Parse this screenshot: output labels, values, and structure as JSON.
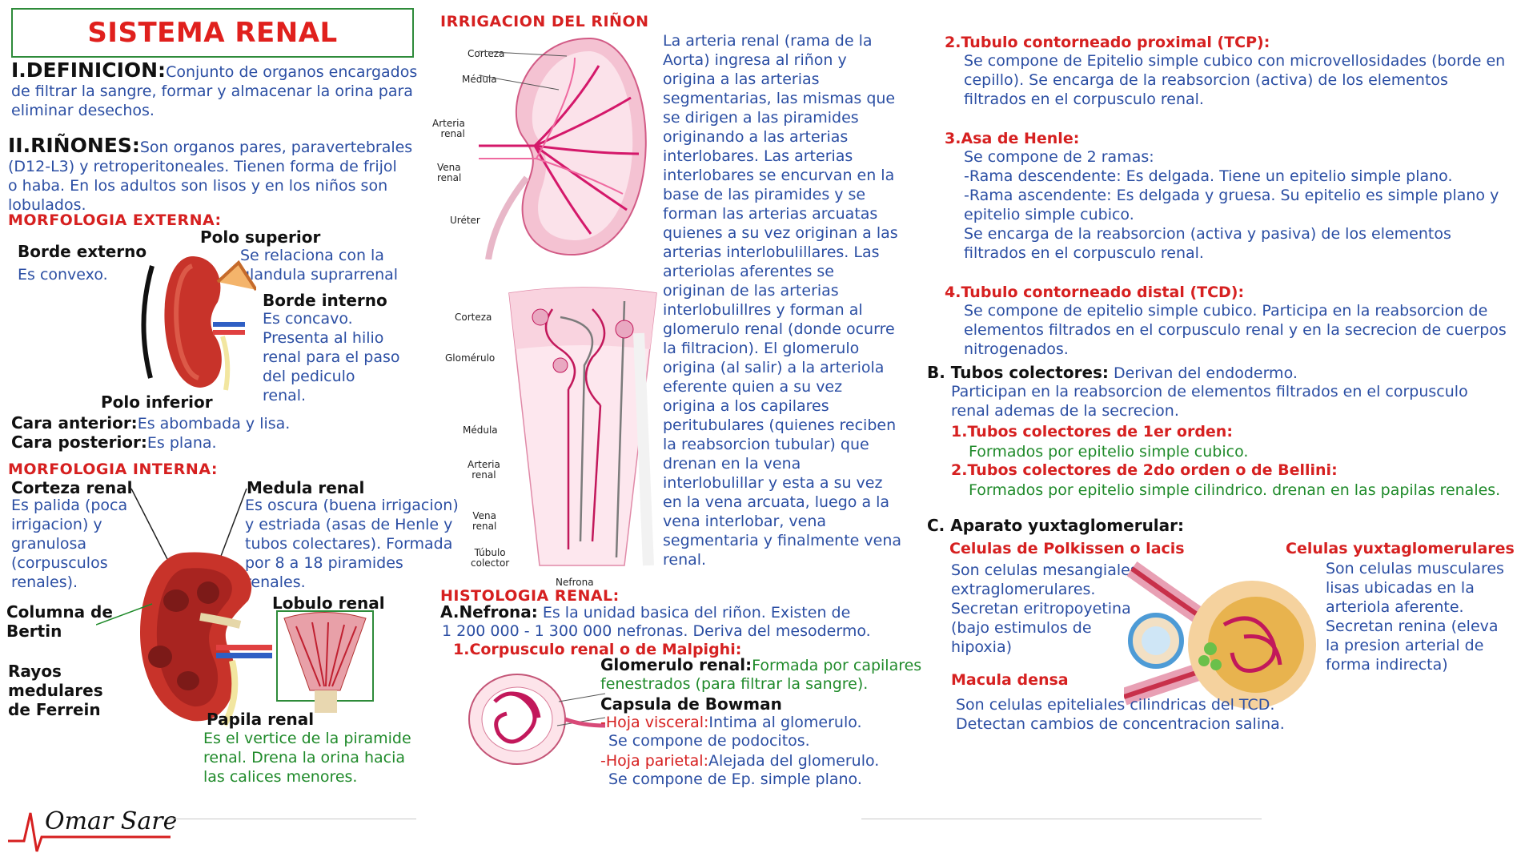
{
  "title": "SISTEMA RENAL",
  "definicion": {
    "head": "I.DEFINICION:",
    "line1": "Conjunto de organos encargados",
    "line2": "de filtrar la sangre, formar y almacenar la orina para",
    "line3": "eliminar desechos."
  },
  "rinones": {
    "head": "II.RIÑONES:",
    "line1": "Son organos pares, paravertebrales",
    "line2": "(D12-L3) y retroperitoneales. Tienen forma de frijol",
    "line3": "o haba. En los adultos son lisos y en los niños son",
    "line4": "lobulados."
  },
  "morf_ext": {
    "head": "MORFOLOGIA EXTERNA:",
    "borde_ext": "Borde externo",
    "borde_ext_desc": "Es convexo.",
    "polo_sup": "Polo superior",
    "polo_sup_l1": "Se relaciona con la",
    "polo_sup_l2": "glandula suprarrenal",
    "borde_int": "Borde interno",
    "borde_int_l1": "Es concavo.",
    "borde_int_l2": "Presenta al hilio",
    "borde_int_l3": "renal para el paso",
    "borde_int_l4": "del pediculo",
    "borde_int_l5": "renal.",
    "polo_inf": "Polo inferior",
    "cara_ant": "Cara anterior:",
    "cara_ant_desc": "Es abombada y lisa.",
    "cara_post": "Cara posterior:",
    "cara_post_desc": "Es plana."
  },
  "morf_int": {
    "head": "MORFOLOGIA  INTERNA:",
    "corteza": "Corteza renal",
    "corteza_l1": "Es palida (poca",
    "corteza_l2": "irrigacion) y",
    "corteza_l3": "granulosa",
    "corteza_l4": "(corpusculos",
    "corteza_l5": "renales).",
    "medula": "Medula renal",
    "medula_l1": "Es oscura (buena irrigacion)",
    "medula_l2": "y estriada (asas de Henle y",
    "medula_l3": "tubos colectares). Formada",
    "medula_l4": "por 8 a 18 piramides",
    "medula_l5": "renales.",
    "columna_1": "Columna de",
    "columna_2": "Bertin",
    "lobulo": "Lobulo renal",
    "rayos_1": "Rayos",
    "rayos_2": "medulares",
    "rayos_3": "de Ferrein",
    "papila": "Papila renal",
    "papila_l1": "Es el vertice de la piramide",
    "papila_l2": "renal. Drena la orina hacia",
    "papila_l3": "las calices menores."
  },
  "irrigacion": {
    "head": "IRRIGACION DEL RIÑON",
    "lines": [
      "La arteria renal (rama de la",
      "Aorta) ingresa al riñon y",
      "origina a las arterias",
      "segmentarias, las mismas que",
      "se dirigen a las piramides",
      "originando a las arterias",
      "interlobares. Las arterias",
      "interlobares se encurvan en la",
      "base de las piramides y se",
      "forman las arterias arcuatas",
      "quienes a su vez originan a las",
      "arterias interlobulillares. Las",
      "arteriolas aferentes se",
      "originan de las arterias",
      "interlobulillres y forman al",
      "glomerulo renal (donde ocurre",
      "la filtracion). El glomerulo",
      "origina (al salir) a la arteriola",
      "eferente quien a su vez",
      "origina a los capilares",
      "peritubulares (quienes reciben",
      "la reabsorcion tubular) que",
      "drenan en la vena",
      "interlobulillar y esta a su vez",
      "en la vena arcuata, luego a la",
      "vena interlobar, vena",
      "segmentaria y finalmente vena",
      "renal."
    ],
    "fig1": {
      "corteza": "Corteza",
      "medula": "Médula",
      "arteria_1": "Arteria",
      "arteria_2": "renal",
      "vena_1": "Vena",
      "vena_2": "renal",
      "ureter": "Uréter"
    },
    "fig2": {
      "corteza": "Corteza",
      "glomerulo": "Glomérulo",
      "medula": "Médula",
      "arteria_1": "Arteria",
      "arteria_2": "renal",
      "vena_1": "Vena",
      "vena_2": "renal",
      "tubulo_1": "Túbulo",
      "tubulo_2": "colector",
      "nefrona": "Nefrona"
    }
  },
  "histologia": {
    "head": "HISTOLOGIA RENAL:",
    "nefrona_head": "A.Nefrona:",
    "nefrona_l1": "Es la unidad basica del riñon. Existen de",
    "nefrona_l2": "1 200 000 - 1 300 000 nefronas. Deriva del mesodermo.",
    "corpusculo": "1.Corpusculo renal o de Malpighi:",
    "glomerulo_head": "Glomerulo renal:",
    "glomerulo_l1": "Formada por capilares",
    "glomerulo_l2": "fenestrados (para filtrar la sangre).",
    "capsula": "Capsula de Bowman",
    "visceral_head": "-Hoja visceral:",
    "visceral_l1": "Intima al glomerulo.",
    "visceral_l2": "Se compone de podocitos.",
    "parietal_head": "-Hoja parietal:",
    "parietal_l1": "Alejada del glomerulo.",
    "parietal_l2": "Se compone de Ep. simple plano."
  },
  "right": {
    "tcp_head": "2.Tubulo contorneado proximal (TCP):",
    "tcp_l1": "Se compone de Epitelio simple cubico con microvellosidades (borde en",
    "tcp_l2": "cepillo). Se encarga de la reabsorcion (activa) de los elementos",
    "tcp_l3": "filtrados en el corpusculo renal.",
    "asa_head": "3.Asa de Henle:",
    "asa_l1": "Se compone de 2 ramas:",
    "asa_l2": "-Rama descendente: Es delgada. Tiene un epitelio simple plano.",
    "asa_l3": "-Rama ascendente: Es delgada y gruesa. Su epitelio es simple plano y",
    "asa_l4": "epitelio simple cubico.",
    "asa_l5": "Se encarga de la reabsorcion (activa y pasiva) de los elementos",
    "asa_l6": "filtrados en el corpusculo renal.",
    "tcd_head": "4.Tubulo contorneado distal (TCD):",
    "tcd_l1": "Se compone de epitelio simple cubico. Participa en la reabsorcion de",
    "tcd_l2": "elementos filtrados en el corpusculo renal y en la secrecion de cuerpos",
    "tcd_l3": "nitrogenados.",
    "col_head": "B. Tubos colectores:",
    "col_head_desc": "Derivan del endodermo.",
    "col_l1": "Participan en la reabsorcion de elementos filtrados en el corpusculo",
    "col_l2": "renal ademas de la secrecion.",
    "col1_head": "1.Tubos colectores de 1er orden:",
    "col1_desc": "Formados por epitelio simple cubico.",
    "col2_head": "2.Tubos colectores de 2do orden o de Bellini:",
    "col2_desc": "Formados por epitelio simple cilindrico. drenan en las papilas renales.",
    "yux_head": "C. Aparato yuxtaglomerular:",
    "polk_head": "Celulas de Polkissen o lacis",
    "polk_l1": "Son celulas mesangiales",
    "polk_l2": "extraglomerulares.",
    "polk_l3": "Secretan eritropoyetina",
    "polk_l4": "(bajo estimulos de",
    "polk_l5": "hipoxia)",
    "yuxc_head": "Celulas yuxtaglomerulares",
    "yuxc_l1": "Son celulas musculares",
    "yuxc_l2": "lisas ubicadas en la",
    "yuxc_l3": "arteriola aferente.",
    "yuxc_l4": "Secretan renina (eleva",
    "yuxc_l5": "la presion arterial de",
    "yuxc_l6": "forma indirecta)",
    "macula_head": "Macula densa",
    "macula_l1": "Son celulas epiteliales cilindricas del TCD.",
    "macula_l2": "Detectan cambios de concentracion salina."
  },
  "signature": "Omar Sare",
  "colors": {
    "accent_red": "#d62020",
    "text_blue": "#2b4ea3",
    "text_green": "#1f8a2a",
    "title_border": "#2e8b3a"
  }
}
